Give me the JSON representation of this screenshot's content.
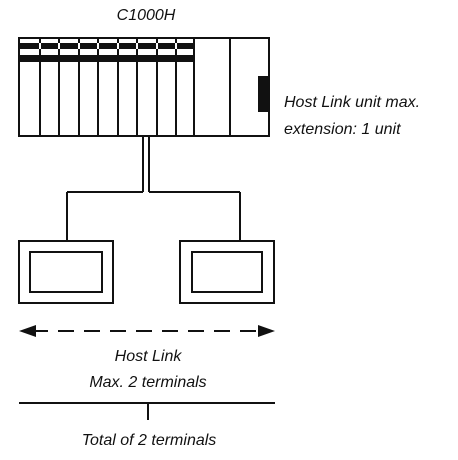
{
  "diagram": {
    "plc_label": "C1000H",
    "host_link_note_line1": "Host Link unit max.",
    "host_link_note_line2": "extension: 1 unit",
    "link_label_line1": "Host Link",
    "link_label_line2": "Max. 2 terminals",
    "total_label": "Total of 2 terminals",
    "stroke_color": "#111111",
    "background_color": "#ffffff"
  }
}
